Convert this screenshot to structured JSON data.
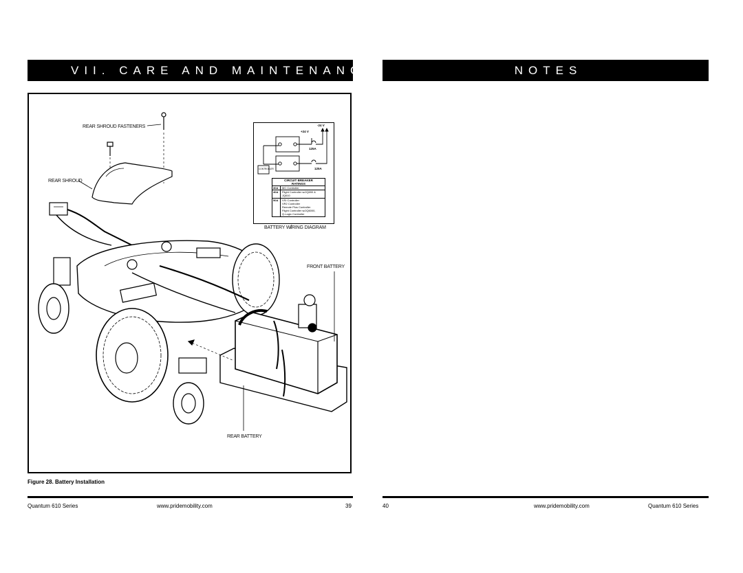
{
  "left_page": {
    "section_title": "VII. CARE AND MAINTENANCE",
    "figure": {
      "labels": {
        "rear_shroud_fasteners": "REAR SHROUD FASTENERS",
        "rear_shroud": "REAR SHROUD",
        "battery_wiring_diagram": "BATTERY WIRING DIAGRAM",
        "front_battery": "FRONT BATTERY",
        "rear_battery": "REAR BATTERY"
      },
      "wiring_diagram": {
        "neg_voltage": "-24 V",
        "pos_voltage": "+24 V",
        "breaker_1": "125A",
        "breaker_2": "125A",
        "controller_box": "CONTROLLER",
        "table_title_1": "CIRCUIT BREAKER",
        "table_title_2": "RATINGS",
        "rows": [
          {
            "amp": "30A",
            "text": "MC Controller"
          },
          {
            "amp": "40A",
            "text": "Flight Controller w/JQ690 &"
          },
          {
            "amp": "",
            "text": "JQ610"
          },
          {
            "amp": "50A",
            "text": "VSI Controller"
          },
          {
            "amp": "",
            "text": "VR2 Controller"
          },
          {
            "amp": "",
            "text": "Remote Plus Controller"
          },
          {
            "amp": "",
            "text": "Flight Controller w/JQ6000,"
          },
          {
            "amp": "",
            "text": "Q-Logic Controller"
          }
        ]
      }
    },
    "caption": "Figure 28. Battery Installation",
    "footer": {
      "series": "Quantum 610 Series",
      "url": "www.pridemobility.com",
      "page": "39"
    }
  },
  "right_page": {
    "section_title": "NOTES",
    "footer": {
      "page": "40",
      "url": "www.pridemobility.com",
      "series": "Quantum 610 Series"
    }
  }
}
